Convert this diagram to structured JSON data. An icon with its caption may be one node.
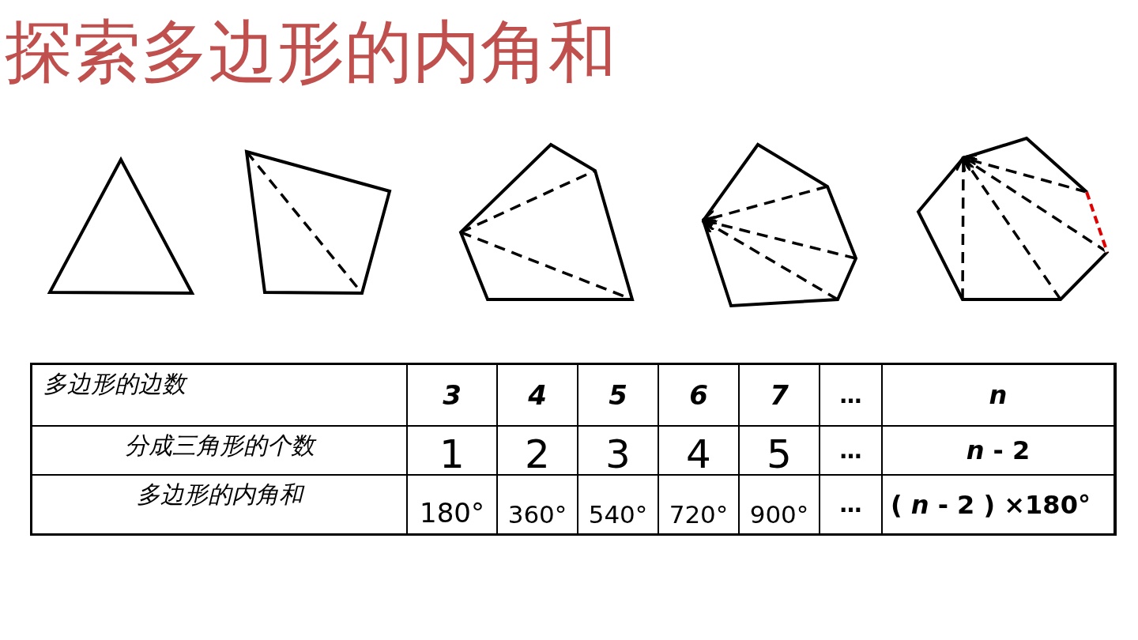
{
  "diagram": {
    "title": "探索多边形的内角和",
    "labels": [
      "多边形的边数",
      "3",
      "4",
      "5",
      "6",
      "7",
      "…",
      "*n*",
      "分成三角形的个数",
      "1",
      "2",
      "3",
      "4",
      "5",
      "…",
      "*n* - 2",
      "多边形的内角和",
      "180°",
      "360°",
      "540°",
      "720°",
      "900°",
      "…",
      "( *n* - 2 ) ×180°"
    ]
  }
}
